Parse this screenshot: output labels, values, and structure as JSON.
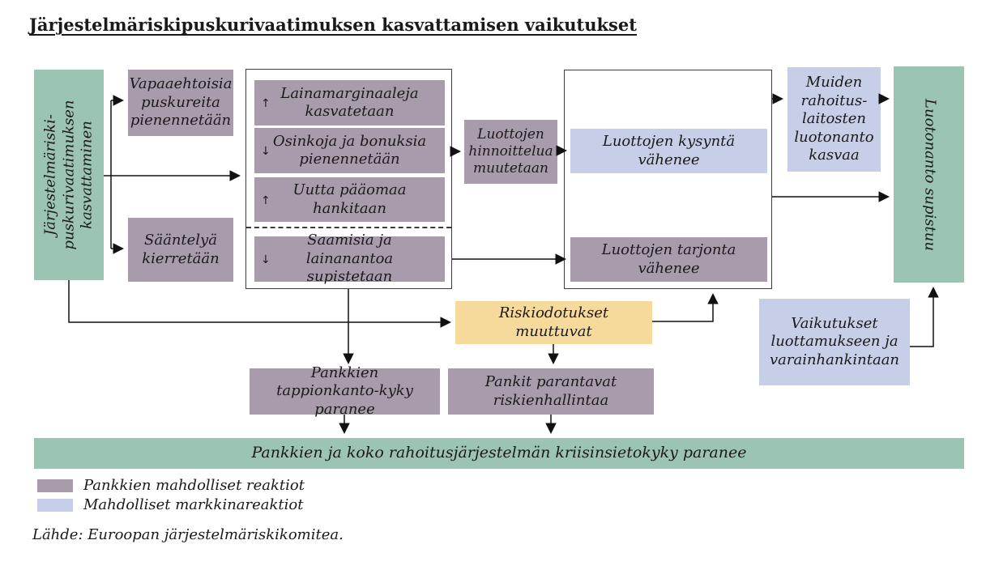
{
  "title": "Järjestelmäriskipuskurivaatimuksen kasvattamisen vaikutukset",
  "colors": {
    "green": "#9cc4b3",
    "purple": "#a89cac",
    "blue": "#c7cee7",
    "yellow": "#f5da9b"
  },
  "pillars": {
    "left": {
      "label": "Järjestelmäriski-puskurivaatimuksen kasvattaminen"
    },
    "right": {
      "label": "Luotonanto supistuu"
    }
  },
  "boxes": {
    "voluntary_buffers": {
      "label": "Vapaaehtoisia puskureita pienennetään"
    },
    "regulation_circumvented": {
      "label": "Sääntelyä kierretään"
    },
    "credit_pricing": {
      "label": "Luottojen hinnoittelua muutetaan"
    },
    "credit_demand": {
      "label": "Luottojen kysyntä vähenee"
    },
    "credit_supply": {
      "label": "Luottojen tarjonta vähenee"
    },
    "other_institutions": {
      "label": "Muiden rahoitus-laitosten luotonanto kasvaa"
    },
    "risk_expectations": {
      "label": "Riskiodotukset muuttuvat"
    },
    "confidence_effects": {
      "label": "Vaikutukset luottamukseen ja varainhankintaan"
    },
    "loss_absorption": {
      "label": "Pankkien tappionkanto-kyky paranee"
    },
    "risk_management": {
      "label": "Pankit parantavat riskienhallintaa"
    },
    "bottom_bar": {
      "label": "Pankkien ja koko rahoitusjärjestelmän kriisinsietokyky paranee"
    }
  },
  "actions": [
    {
      "arrow": "↑",
      "label": "Lainamarginaaleja kasvatetaan"
    },
    {
      "arrow": "↓",
      "label": "Osinkoja ja bonuksia pienennetään"
    },
    {
      "arrow": "↑",
      "label": "Uutta pääomaa hankitaan"
    },
    {
      "arrow": "↓",
      "label": "Saamisia ja lainanantoa supistetaan"
    }
  ],
  "legend": {
    "items": [
      {
        "color": "#a89cac",
        "label": "Pankkien mahdolliset reaktiot"
      },
      {
        "color": "#c7cee7",
        "label": "Mahdolliset markkinareaktiot"
      }
    ]
  },
  "source": "Lähde: Euroopan järjestelmäriskikomitea."
}
